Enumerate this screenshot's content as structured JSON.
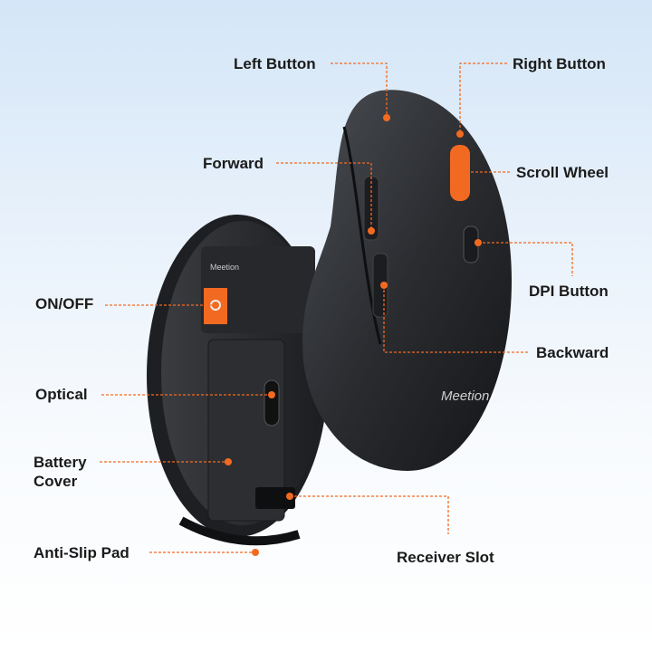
{
  "brand": "Meetion",
  "accent": "#f26a21",
  "labels": {
    "left_button": "Left Button",
    "right_button": "Right Button",
    "forward": "Forward",
    "scroll_wheel": "Scroll Wheel",
    "dpi_button": "DPI Button",
    "backward": "Backward",
    "on_off": "ON/OFF",
    "optical": "Optical",
    "battery_cover_1": "Battery",
    "battery_cover_2": "Cover",
    "anti_slip_pad": "Anti-Slip Pad",
    "receiver_slot": "Receiver Slot"
  }
}
